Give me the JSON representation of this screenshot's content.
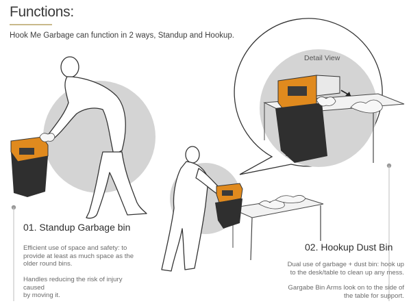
{
  "header": {
    "title": "Functions:",
    "intro": "Hook Me Garbage can function in 2 ways, Standup and Hookup."
  },
  "detail_view": {
    "label": "Detail View"
  },
  "standup": {
    "heading": "01. Standup Garbage bin",
    "desc1_line1": "Efficient use of space and safety: to",
    "desc1_line2": "provide at least as much space as the",
    "desc1_line3": "older round bins.",
    "desc2_line1": "Handles reducing the risk of injury caused",
    "desc2_line2": "by moving it."
  },
  "hookup": {
    "heading": "02. Hookup Dust Bin",
    "desc1_line1": "Dual use of garbage + dust bin: hook up",
    "desc1_line2": "to the desk/table to clean up any mess.",
    "desc2_line1": "Gargabe Bin Arms look on to the side of",
    "desc2_line2": "the table for support."
  },
  "colors": {
    "accent": "#e08a1e",
    "bin": "#2f2f2f",
    "circle": "#d4d4d4",
    "rule": "#c8b98a"
  }
}
